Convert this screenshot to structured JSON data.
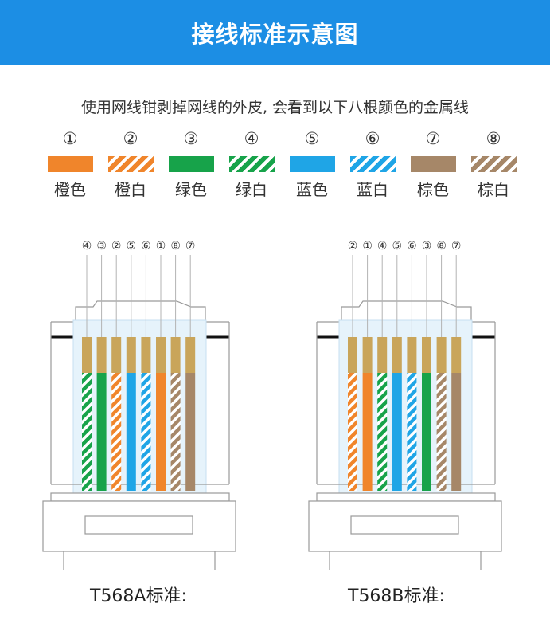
{
  "title": "接线标准示意图",
  "intro": "使用网线钳剥掉网线的外皮, 会看到以下八根颜色的金属线",
  "colors": {
    "orange": "#f0852b",
    "green": "#17a34a",
    "blue": "#1fa5e6",
    "brown": "#a68768",
    "header": "#1c8ee4"
  },
  "legend": [
    {
      "num": "①",
      "name": "橙色",
      "color": "orange",
      "striped": false
    },
    {
      "num": "②",
      "name": "橙白",
      "color": "orange",
      "striped": true
    },
    {
      "num": "③",
      "name": "绿色",
      "color": "green",
      "striped": false
    },
    {
      "num": "④",
      "name": "绿白",
      "color": "green",
      "striped": true
    },
    {
      "num": "⑤",
      "name": "蓝色",
      "color": "blue",
      "striped": false
    },
    {
      "num": "⑥",
      "name": "蓝白",
      "color": "blue",
      "striped": true
    },
    {
      "num": "⑦",
      "name": "棕色",
      "color": "brown",
      "striped": false
    },
    {
      "num": "⑧",
      "name": "棕白",
      "color": "brown",
      "striped": true
    }
  ],
  "connectors": [
    {
      "caption": "T568A标准:",
      "order": [
        "④",
        "③",
        "②",
        "⑤",
        "⑥",
        "①",
        "⑧",
        "⑦"
      ]
    },
    {
      "caption": "T568B标准:",
      "order": [
        "②",
        "①",
        "④",
        "⑤",
        "⑥",
        "③",
        "⑧",
        "⑦"
      ]
    }
  ]
}
